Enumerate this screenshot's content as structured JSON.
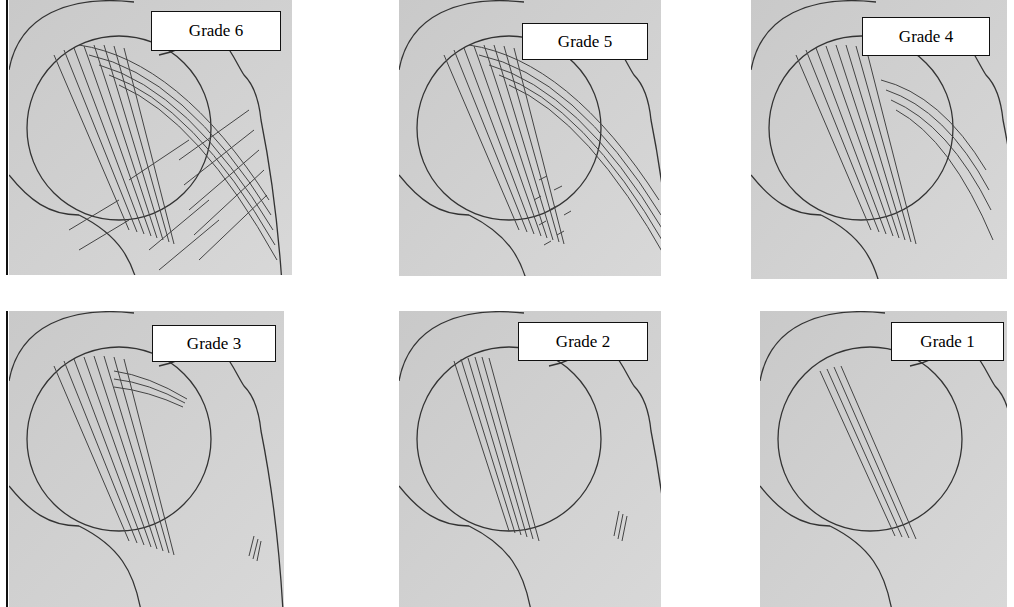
{
  "diagram": {
    "nodes": [
      {
        "text": [
          "Grade 6"
        ]
      },
      {
        "text": [
          "Grade 5"
        ]
      },
      {
        "text": [
          "Grade 4"
        ]
      },
      {
        "text": [
          "Grade 3"
        ]
      },
      {
        "text": [
          "Grade 2"
        ]
      },
      {
        "text": [
          "Grade 1"
        ]
      }
    ]
  }
}
